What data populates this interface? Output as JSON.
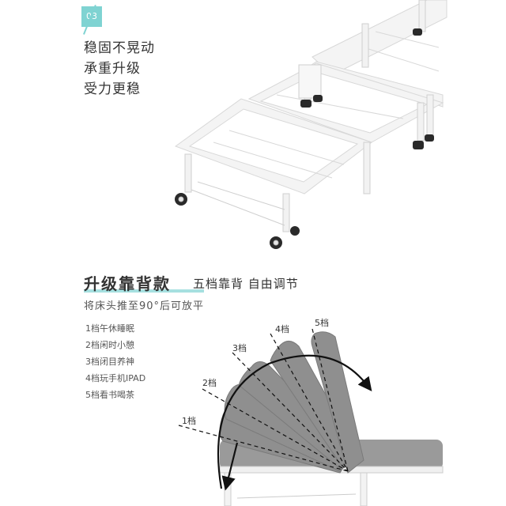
{
  "section": {
    "number": "03"
  },
  "tagline": [
    "稳固不晃动",
    "承重升级",
    "受力更稳"
  ],
  "feature": {
    "title": "升级靠背款",
    "subtitle": "五档靠背 自由调节",
    "description": "将床头推至90°后可放平"
  },
  "levels": [
    {
      "list_label": "1档午休睡眠",
      "diagram_label": "1档"
    },
    {
      "list_label": "2档闲时小憩",
      "diagram_label": "2档"
    },
    {
      "list_label": "3档闭目养神",
      "diagram_label": "3档"
    },
    {
      "list_label": "4档玩手机IPAD",
      "diagram_label": "4档"
    },
    {
      "list_label": "5档看书喝茶",
      "diagram_label": "5档"
    }
  ],
  "colors": {
    "accent": "#7fd3d2",
    "frame": "#f3f3f3",
    "cushion": "#8c8c8c"
  }
}
